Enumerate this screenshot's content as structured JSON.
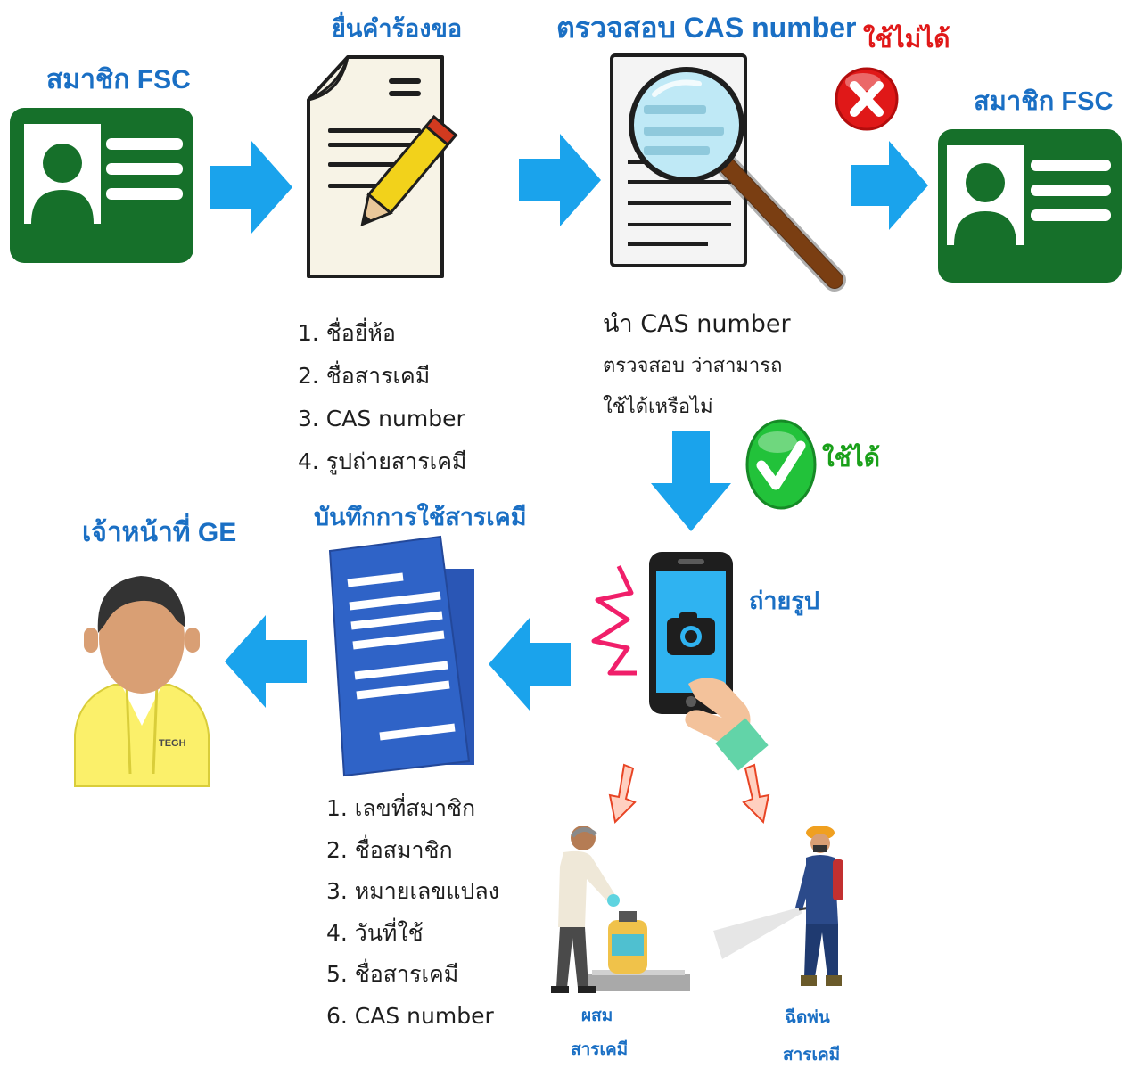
{
  "steps": {
    "member_start": {
      "title": "สมาชิก FSC"
    },
    "request": {
      "title": "ยื่นคำร้องขอ",
      "items": [
        "1. ชื่อยี่ห้อ",
        "2. ชื่อสารเคมี",
        "3. CAS number",
        "4. รูปถ่ายสารเคมี"
      ]
    },
    "check": {
      "title": "ตรวจสอบ CAS number",
      "note": [
        "นำ CAS number",
        "ตรวจสอบ ว่าสามารถ",
        "ใช้ได้เหรือไม่"
      ]
    },
    "rejected": {
      "label": "ใช้ไม่ได้"
    },
    "member_end": {
      "title": "สมาชิก FSC"
    },
    "approved": {
      "label": "ใช้ได้"
    },
    "photo": {
      "label": "ถ่ายรูป"
    },
    "record": {
      "title": "บันทึกการใช้สารเคมี",
      "items": [
        "1. เลขที่สมาชิก",
        "2. ชื่อสมาชิก",
        "3. หมายเลขแปลง",
        "4. วันที่ใช้",
        "5. ชื่อสารเคมี",
        "6. CAS number"
      ]
    },
    "officer": {
      "title": "เจ้าหน้าที่ GE",
      "badge": "TEGH"
    },
    "mix": {
      "label_1": "ผสม",
      "label_2": "สารเคมี"
    },
    "spray": {
      "label_1": "ฉีดพ่น",
      "label_2": "สารเคมี"
    }
  },
  "icons": [
    "id-card-icon",
    "document-pencil-icon",
    "magnifier-icon",
    "cross-icon",
    "check-icon",
    "smartphone-camera-icon",
    "record-document-icon",
    "officer-avatar-icon",
    "arrow-icon"
  ],
  "colors": {
    "title_blue": "#1a6fc4",
    "arrow_blue": "#1aa3ec",
    "card_green": "#16702a",
    "reject_red": "#e01818",
    "approve_green": "#1aa01a"
  }
}
